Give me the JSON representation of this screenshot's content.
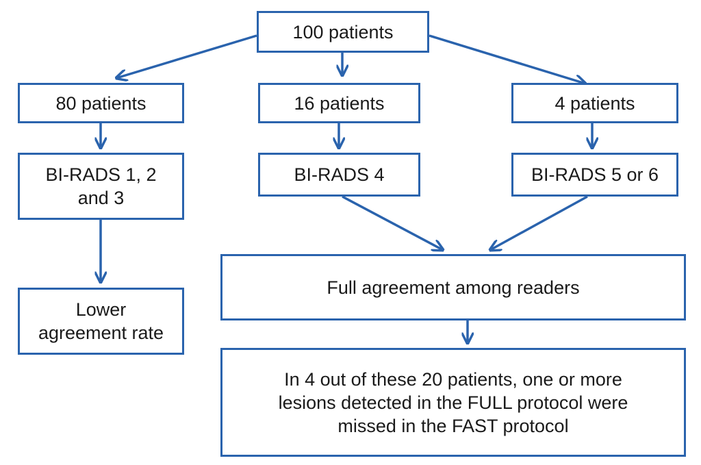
{
  "diagram": {
    "colors": {
      "stroke": "#2a63ad",
      "text": "#1a1a1a",
      "background": "#ffffff"
    },
    "nodes": {
      "total": "100 patients",
      "group80": "80 patients",
      "group16": "16 patients",
      "group4": "4 patients",
      "birads123": "BI-RADS 1, 2\nand 3",
      "birads4": "BI-RADS  4",
      "birads56": "BI-RADS 5 or 6",
      "lower_agreement": "Lower\nagreement rate",
      "full_agreement": "Full agreement among readers",
      "missed_lesions": "In 4 out of these 20 patients, one or more\nlesions detected in the FULL protocol were\nmissed in the FAST protocol"
    }
  }
}
